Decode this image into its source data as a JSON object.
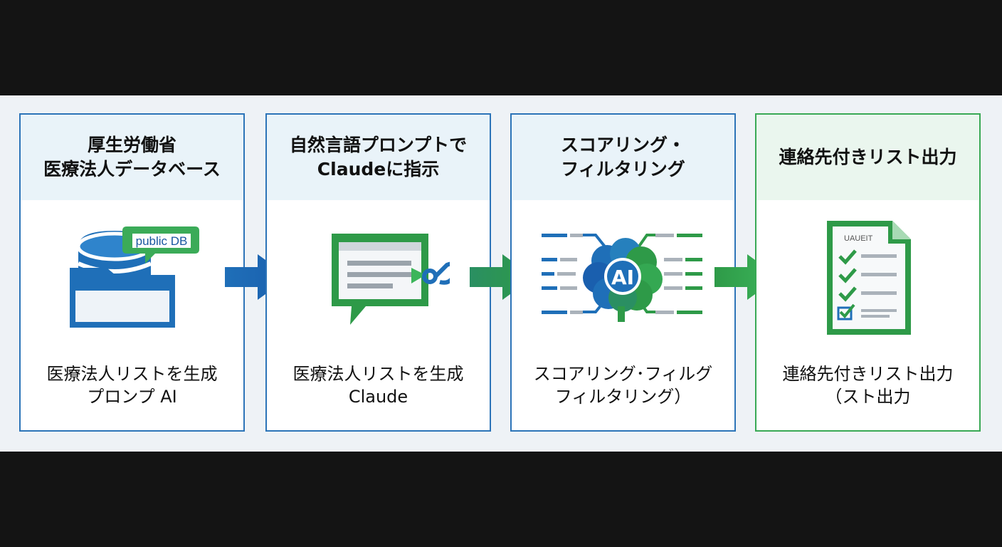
{
  "colors": {
    "blue": "#1f6fb8",
    "dark_blue": "#1a57a0",
    "green": "#2e9a48",
    "light_green": "#3cb55a",
    "card_head_blue": "#e9f3f9",
    "card_head_green": "#eaf6ee"
  },
  "steps": [
    {
      "title_lines": [
        "厚生労働省",
        "医療法人データベース"
      ],
      "icon": "database-folder-icon",
      "badge": "public DB",
      "desc_lines": [
        "医療法人リストを生成",
        "プロンプ AI"
      ]
    },
    {
      "title_lines": [
        "自然言語プロンプトで",
        "Claudeに指示"
      ],
      "icon": "chat-prompt-icon",
      "desc_lines": [
        "医療法人リストを生成",
        "Claude"
      ]
    },
    {
      "title_lines": [
        "スコアリング・",
        "フィルタリング"
      ],
      "icon": "ai-brain-icon",
      "badge": "AI",
      "desc_lines": [
        "スコアリング･フィルグ",
        "フィルタリング）"
      ]
    },
    {
      "title_lines": [
        "連絡先付きリスト出力"
      ],
      "icon": "checklist-document-icon",
      "badge": "UAUEIT",
      "desc_lines": [
        "連絡先付きリスト出力",
        "（スト出力"
      ]
    }
  ],
  "arrows": [
    "arrow-right-icon",
    "arrow-right-icon",
    "arrow-right-icon"
  ]
}
